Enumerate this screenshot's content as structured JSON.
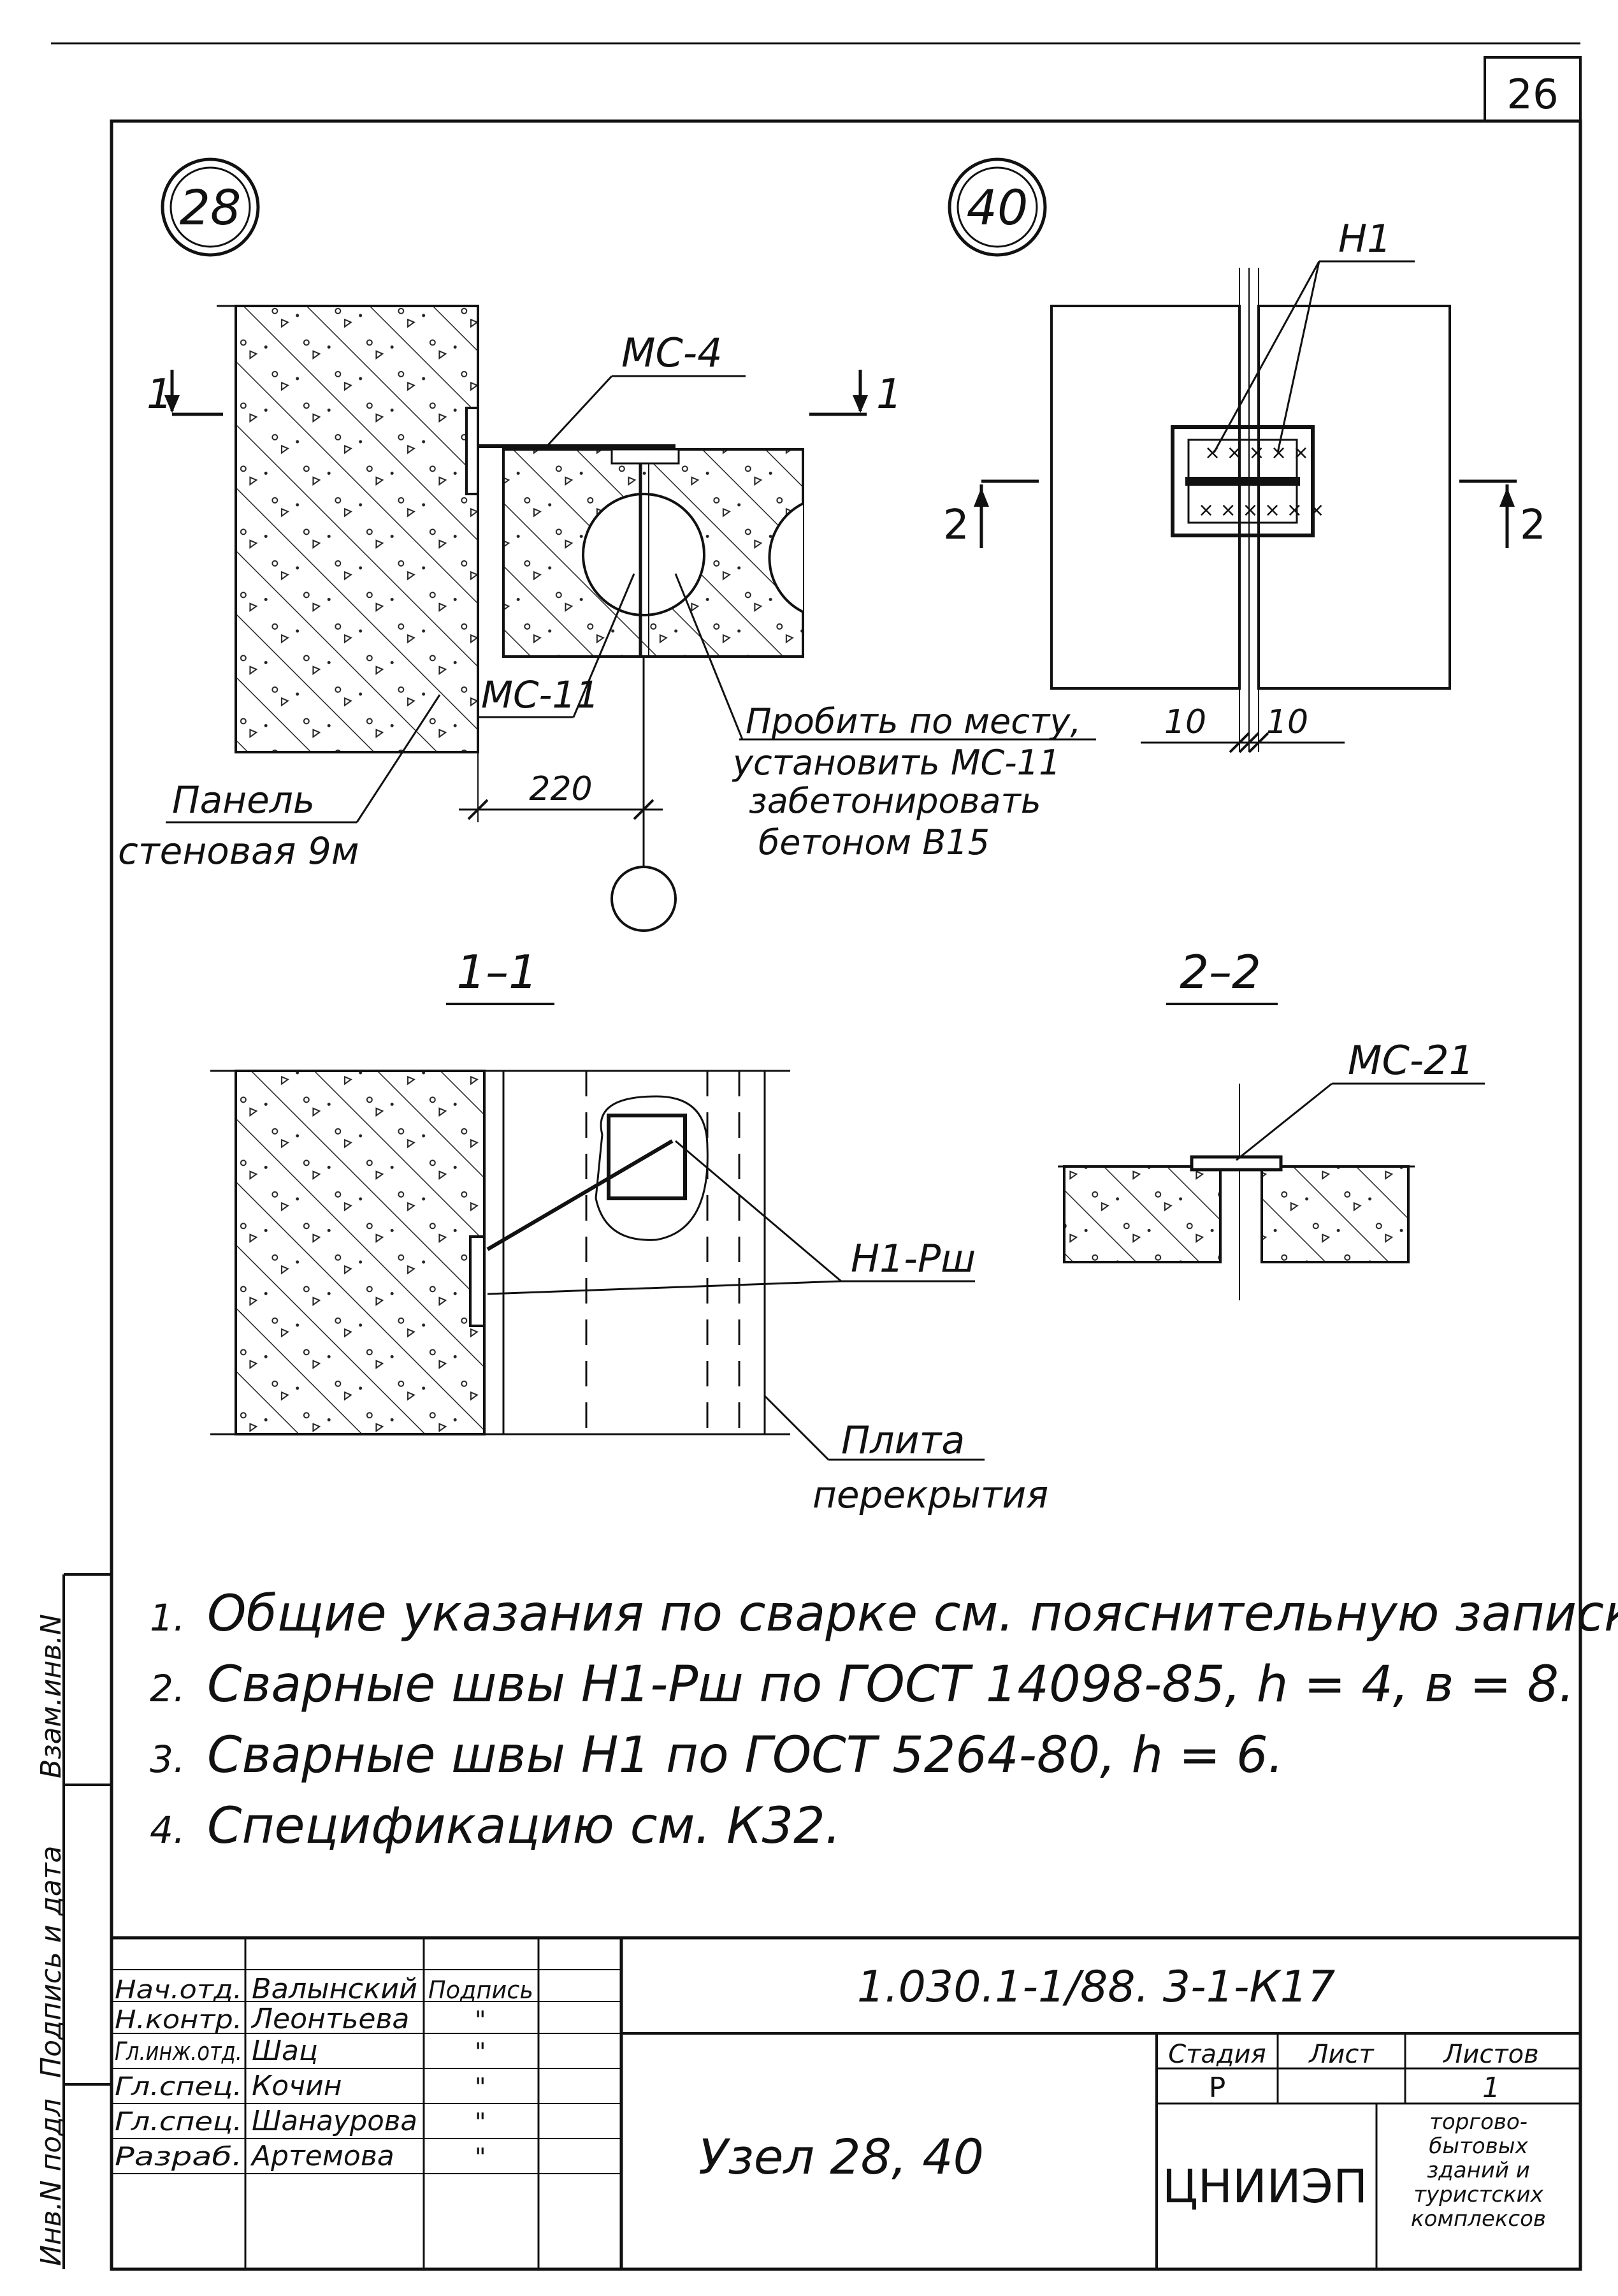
{
  "sheet_number": "26",
  "node_markers": [
    "28",
    "40"
  ],
  "labels": {
    "ms4": "МС-4",
    "ms11": "МС-11",
    "ms21": "МС-21",
    "h1": "Н1",
    "h1_rsh": "Н1-Рш",
    "cut1": "1",
    "cut2": "2",
    "dim_220": "220",
    "dim_10a": "10",
    "dim_10b": "10",
    "section_1": "1–1",
    "section_2": "2–2",
    "panel_line1": "Панель",
    "panel_line2": "стеновая 9м",
    "probit_line1": "Пробить по месту,",
    "probit_line2": "установить МС-11",
    "probit_line3": "забетонировать",
    "probit_line4": "бетоном В15",
    "plita_line1": "Плита",
    "plita_line2": "перекрытия"
  },
  "notes": [
    {
      "num": "1.",
      "text": "Общие указания по сварке см. пояснительную записку."
    },
    {
      "num": "2.",
      "text": "Сварные швы Н1-Рш по ГОСТ 14098-85, h = 4, в = 8."
    },
    {
      "num": "3.",
      "text": "Сварные швы Н1 по ГОСТ 5264-80, h = 6."
    },
    {
      "num": "4.",
      "text": "Спецификацию см. К32."
    }
  ],
  "side_stamp": {
    "inv_podl": "Инв.N подл",
    "podpis_data": "Подпись и дата",
    "vzam_inv": "Взам.инв.N"
  },
  "title_block": {
    "doc_code": "1.030.1-1/88. 3-1-К17",
    "title": "Узел 28, 40",
    "roles": [
      {
        "role": "Нач.отд.",
        "name": "Валынский",
        "sign": "Подпись"
      },
      {
        "role": "Н.контр.",
        "name": "Леонтьева",
        "sign": "\""
      },
      {
        "role": "Гл.инж.отд.",
        "name": "Шац",
        "sign": "\""
      },
      {
        "role": "Гл.спец.",
        "name": "Кочин",
        "sign": "\""
      },
      {
        "role": "Гл.спец.",
        "name": "Шанаурова",
        "sign": "\""
      },
      {
        "role": "Разраб.",
        "name": "Артемова",
        "sign": "\""
      }
    ],
    "stage_header": "Стадия",
    "sheet_header": "Лист",
    "sheets_header": "Листов",
    "stage_value": "Р",
    "sheet_value": "",
    "sheets_value": "1",
    "org": "ЦНИИЭП",
    "org_desc": [
      "торгово-",
      "бытовых",
      "зданий и",
      "туристских",
      "комплексов"
    ]
  }
}
